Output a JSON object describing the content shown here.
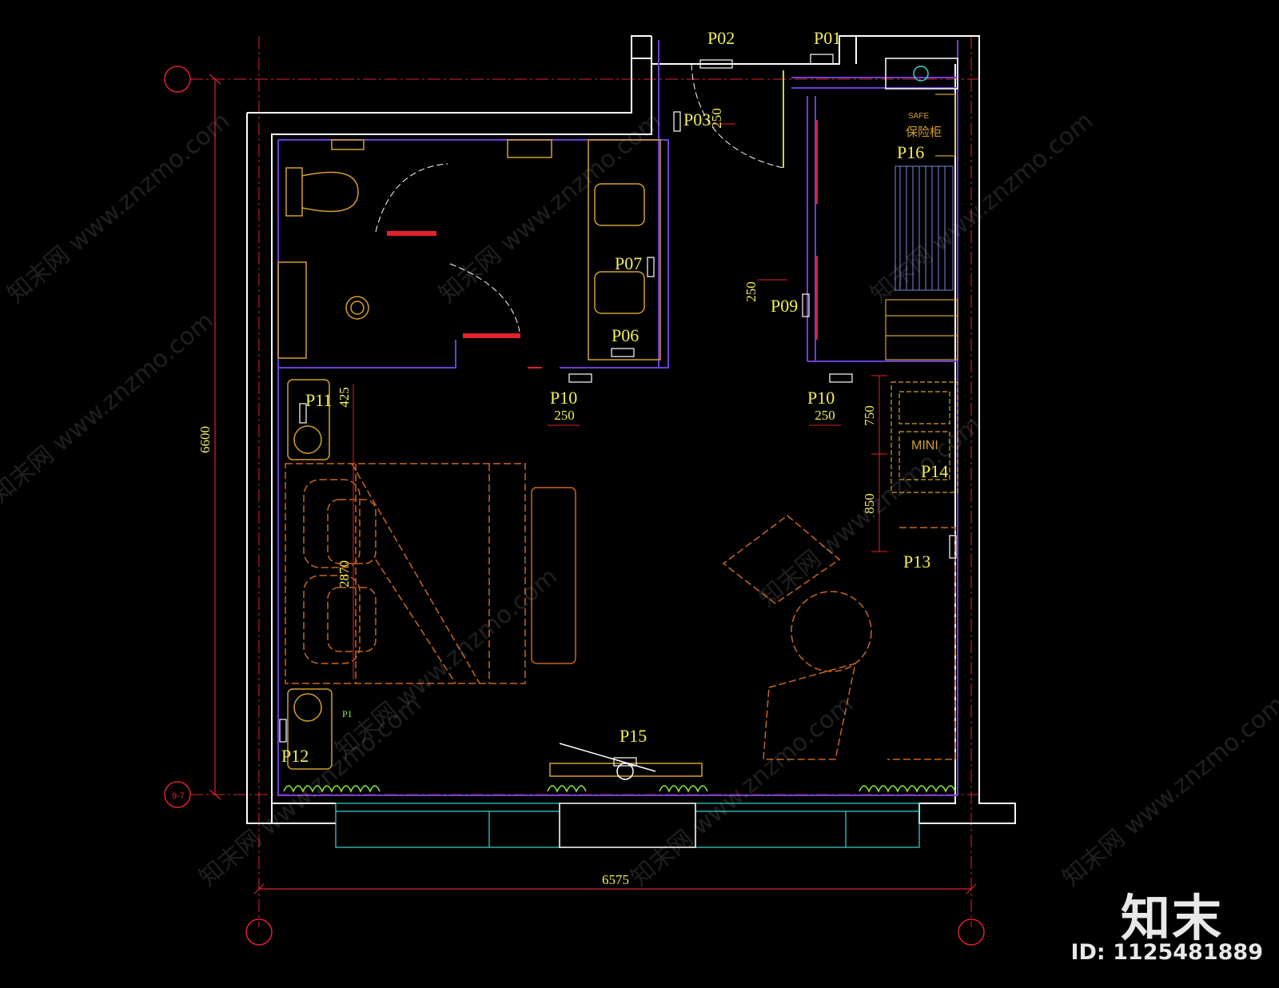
{
  "plan": {
    "point_labels": {
      "p01": "P01",
      "p02": "P02",
      "p03": "P03",
      "p06": "P06",
      "p07": "P07",
      "p09": "P09",
      "p10a": "P10",
      "p10b": "P10",
      "p11": "P11",
      "p12": "P12",
      "p13": "P13",
      "p14": "P14",
      "p15": "P15",
      "p16": "P16"
    },
    "dimensions": {
      "overall_height": "6600",
      "overall_width": "6575",
      "d250_p03": "250",
      "d250_p09": "250",
      "d250_p10a": "250",
      "d250_p10b": "250",
      "d425": "425",
      "d2870": "2870",
      "d750": "750",
      "d850": "850"
    },
    "small_labels": {
      "p1": "P1",
      "axis": "9-7",
      "safe": "SAFE",
      "safe_cn": "保险柜",
      "mini": "MINI"
    },
    "watermark": "知末网 www.znzmo.com"
  },
  "brand": {
    "name": "知末",
    "id": "ID: 1125481889"
  }
}
